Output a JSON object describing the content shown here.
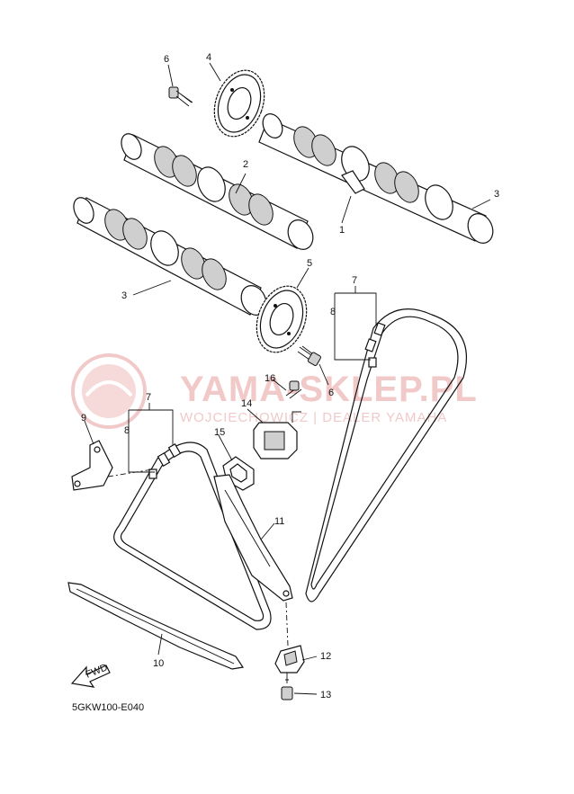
{
  "watermark": {
    "brand": "YAMA-SKLEP.PL",
    "subtitle": "WOJCIECHOWICZ | DEALER YAMAHA"
  },
  "diagram_code": "5GKW100-E040",
  "fwd_label": "FWD",
  "callouts": {
    "p1": "1",
    "p2": "2",
    "p3a": "3",
    "p3b": "3",
    "p4": "4",
    "p5": "5",
    "p6a": "6",
    "p6b": "6",
    "p7a": "7",
    "p7b": "7",
    "p8a": "8",
    "p8b": "8",
    "p9": "9",
    "p10": "10",
    "p11": "11",
    "p12": "12",
    "p13": "13",
    "p14": "14",
    "p15": "15",
    "p16": "16"
  },
  "colors": {
    "line": "#111111",
    "watermark": "#f1c9c9"
  }
}
